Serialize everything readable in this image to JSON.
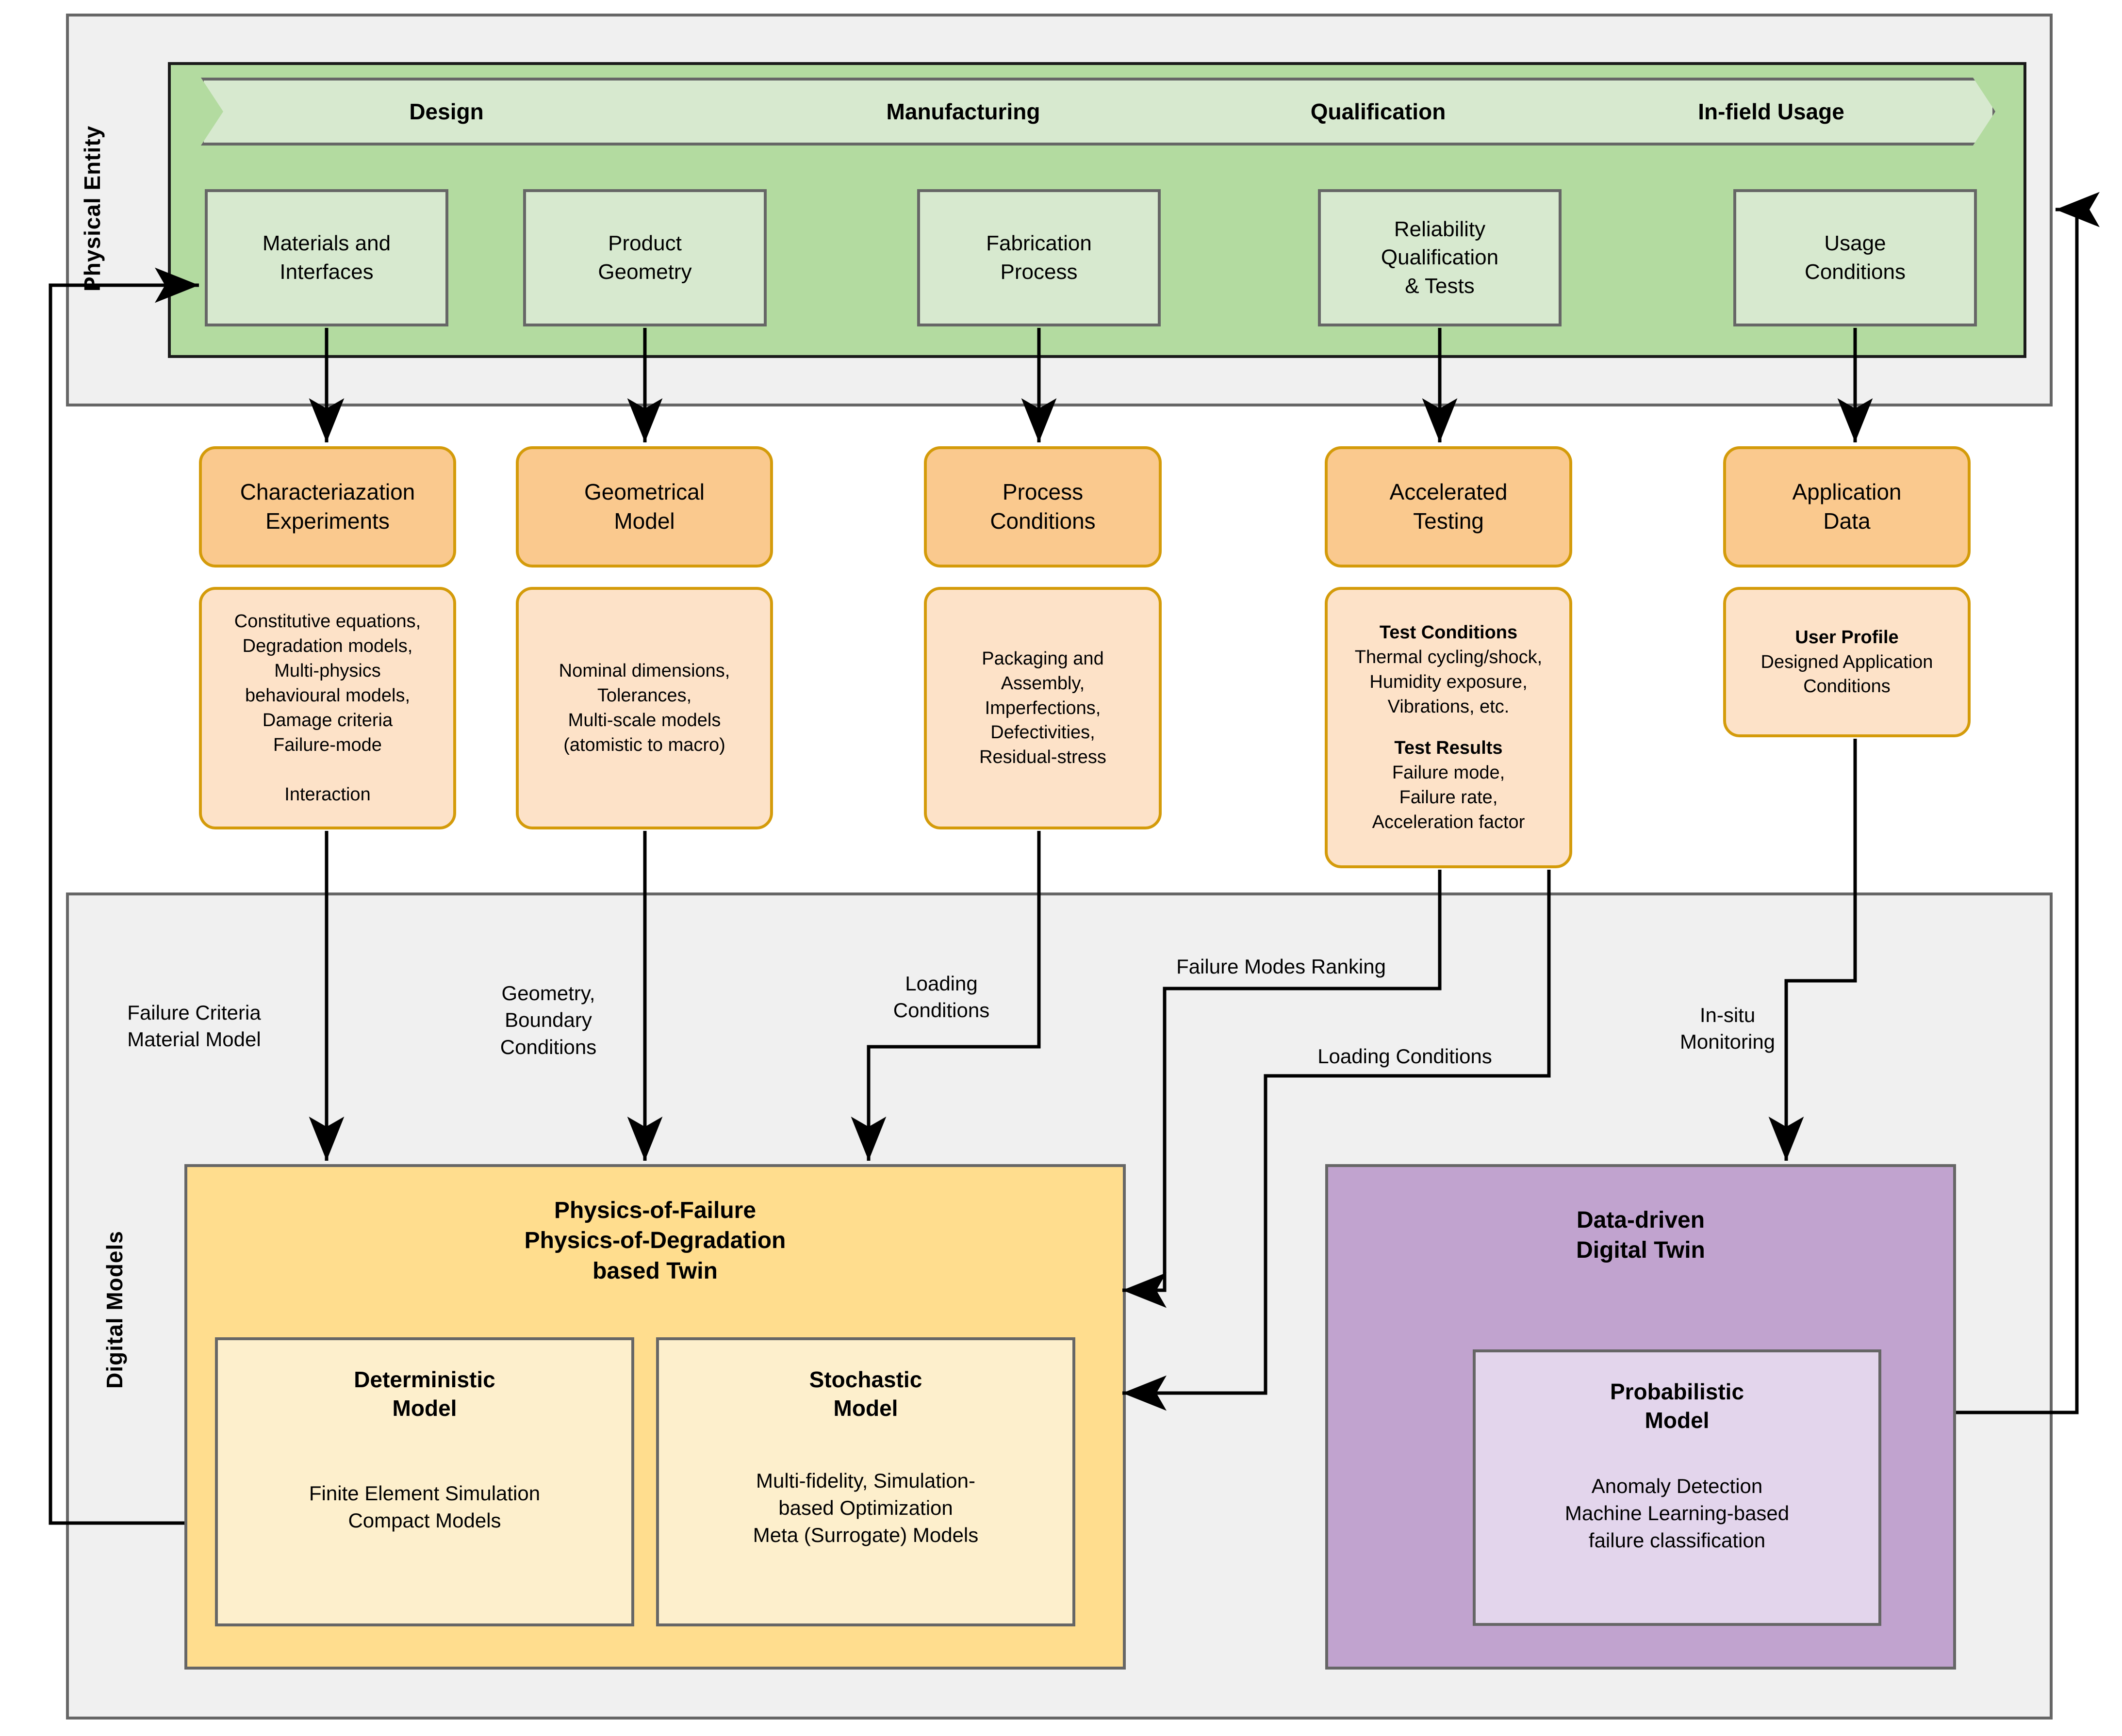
{
  "sections": {
    "physical_entity_label": "Physical Entity",
    "digital_models_label": "Digital Models"
  },
  "lifecycle_stages": [
    {
      "label": "Design"
    },
    {
      "label": "Manufacturing"
    },
    {
      "label": "Qualification"
    },
    {
      "label": "In-field Usage"
    }
  ],
  "physical_boxes": [
    {
      "line1": "Materials and",
      "line2": "Interfaces"
    },
    {
      "line1": "Product",
      "line2": "Geometry"
    },
    {
      "line1": "Fabrication",
      "line2": "Process"
    },
    {
      "line1": "Reliability",
      "line2": "Qualification",
      "line3": "& Tests"
    },
    {
      "line1": "Usage",
      "line2": "Conditions"
    }
  ],
  "data_sources": [
    {
      "title_l1": "Characteriazation",
      "title_l2": "Experiments",
      "body": "Constitutive equations,\nDegradation models,\nMulti-physics\nbehavioural models,\nDamage criteria\nFailure-mode\n\nInteraction"
    },
    {
      "title_l1": "Geometrical",
      "title_l2": "Model",
      "body": "Nominal dimensions,\nTolerances,\nMulti-scale models\n(atomistic to macro)"
    },
    {
      "title_l1": "Process",
      "title_l2": "Conditions",
      "body": "Packaging and\nAssembly,\nImperfections,\nDefectivities,\nResidual-stress"
    },
    {
      "title_l1": "Accelerated",
      "title_l2": "Testing",
      "head1": "Test Conditions",
      "body1": "Thermal cycling/shock,\nHumidity exposure,\nVibrations, etc.",
      "head2": "Test Results",
      "body2": "Failure mode,\nFailure rate,\nAcceleration factor"
    },
    {
      "title_l1": "Application",
      "title_l2": "Data",
      "head1": "User Profile",
      "body1": "Designed Application\nConditions"
    }
  ],
  "flow_labels": [
    {
      "text": "Failure Criteria\nMaterial Model"
    },
    {
      "text": "Geometry,\nBoundary\nConditions"
    },
    {
      "text": "Loading\nConditions"
    },
    {
      "text": "Failure Modes Ranking"
    },
    {
      "text": "Loading Conditions"
    },
    {
      "text": "In-situ\nMonitoring"
    }
  ],
  "pof_twin": {
    "title": "Physics-of-Failure\nPhysics-of-Degradation\nbased Twin",
    "sub_models": [
      {
        "heading": "Deterministic\nModel",
        "body": "Finite Element Simulation\nCompact Models"
      },
      {
        "heading": "Stochastic\nModel",
        "body": "Multi-fidelity, Simulation-\nbased Optimization\nMeta (Surrogate) Models"
      }
    ]
  },
  "dd_twin": {
    "title": "Data-driven\nDigital Twin",
    "sub_model": {
      "heading": "Probabilistic\nModel",
      "body": "Anomaly Detection\nMachine Learning-based\nfailure classification"
    }
  },
  "colors": {
    "green_band": "#b3dba0",
    "green_box": "#d7e9cf",
    "orange_head": "#fac98e",
    "orange_body": "#fde2c8",
    "orange_border": "#d49b0a",
    "yellow": "#ffdd8e",
    "yellow_sub": "#fdefcc",
    "purple": "#c1a3cf",
    "purple_sub": "#e3d5ec",
    "panel_bg": "#f0f0f0",
    "stroke": "#666666"
  }
}
